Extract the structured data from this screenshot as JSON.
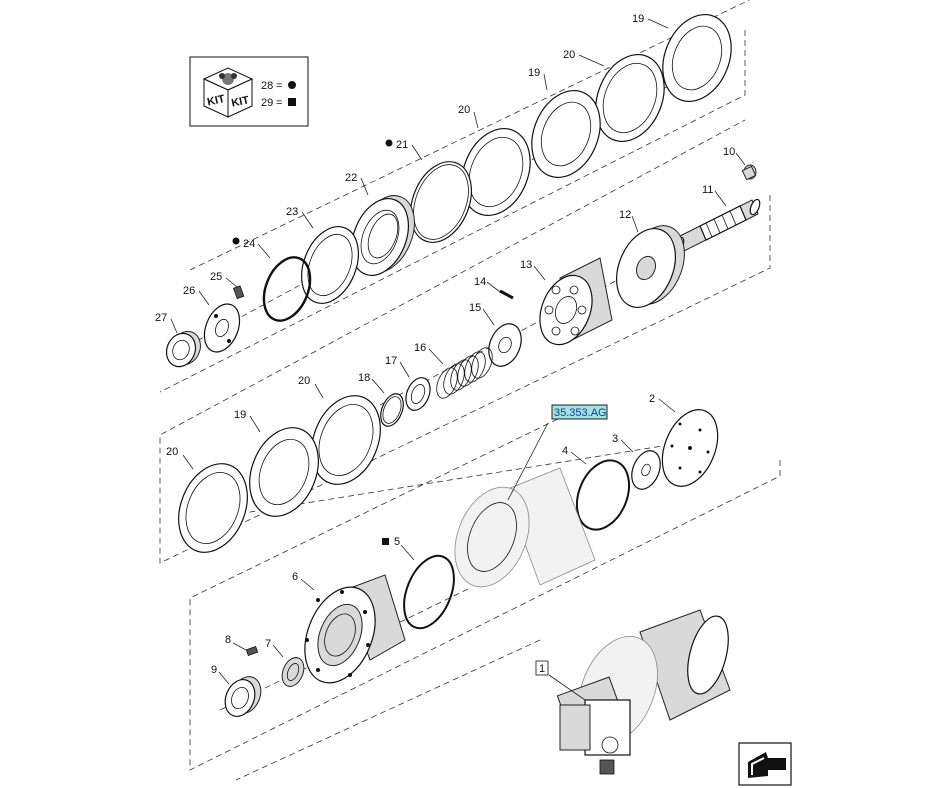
{
  "kit": {
    "box_words": [
      "KIT",
      "KIT"
    ],
    "legend": [
      {
        "number": "28",
        "symbol": "=",
        "marker": "circle"
      },
      {
        "number": "29",
        "symbol": "=",
        "marker": "square"
      }
    ]
  },
  "callouts": {
    "c19a": "19",
    "c20a": "20",
    "c19b": "19",
    "c20b": "20",
    "c21": "21",
    "c22": "22",
    "c23": "23",
    "c24": "24",
    "c25": "25",
    "c26": "26",
    "c27": "27",
    "c10": "10",
    "c11": "11",
    "c12": "12",
    "c13": "13",
    "c14": "14",
    "c15": "15",
    "c16": "16",
    "c17": "17",
    "c18": "18",
    "c20c": "20",
    "c19c": "19",
    "c20d": "20",
    "c2": "2",
    "c3": "3",
    "c4": "4",
    "c5": "5",
    "c6": "6",
    "c7": "7",
    "c8": "8",
    "c9": "9",
    "c1": "1"
  },
  "reference_link": "35.353.AG",
  "nav_icon": "return-arrow-icon",
  "marker_symbols": {
    "kit28": "●",
    "kit29": "■"
  }
}
